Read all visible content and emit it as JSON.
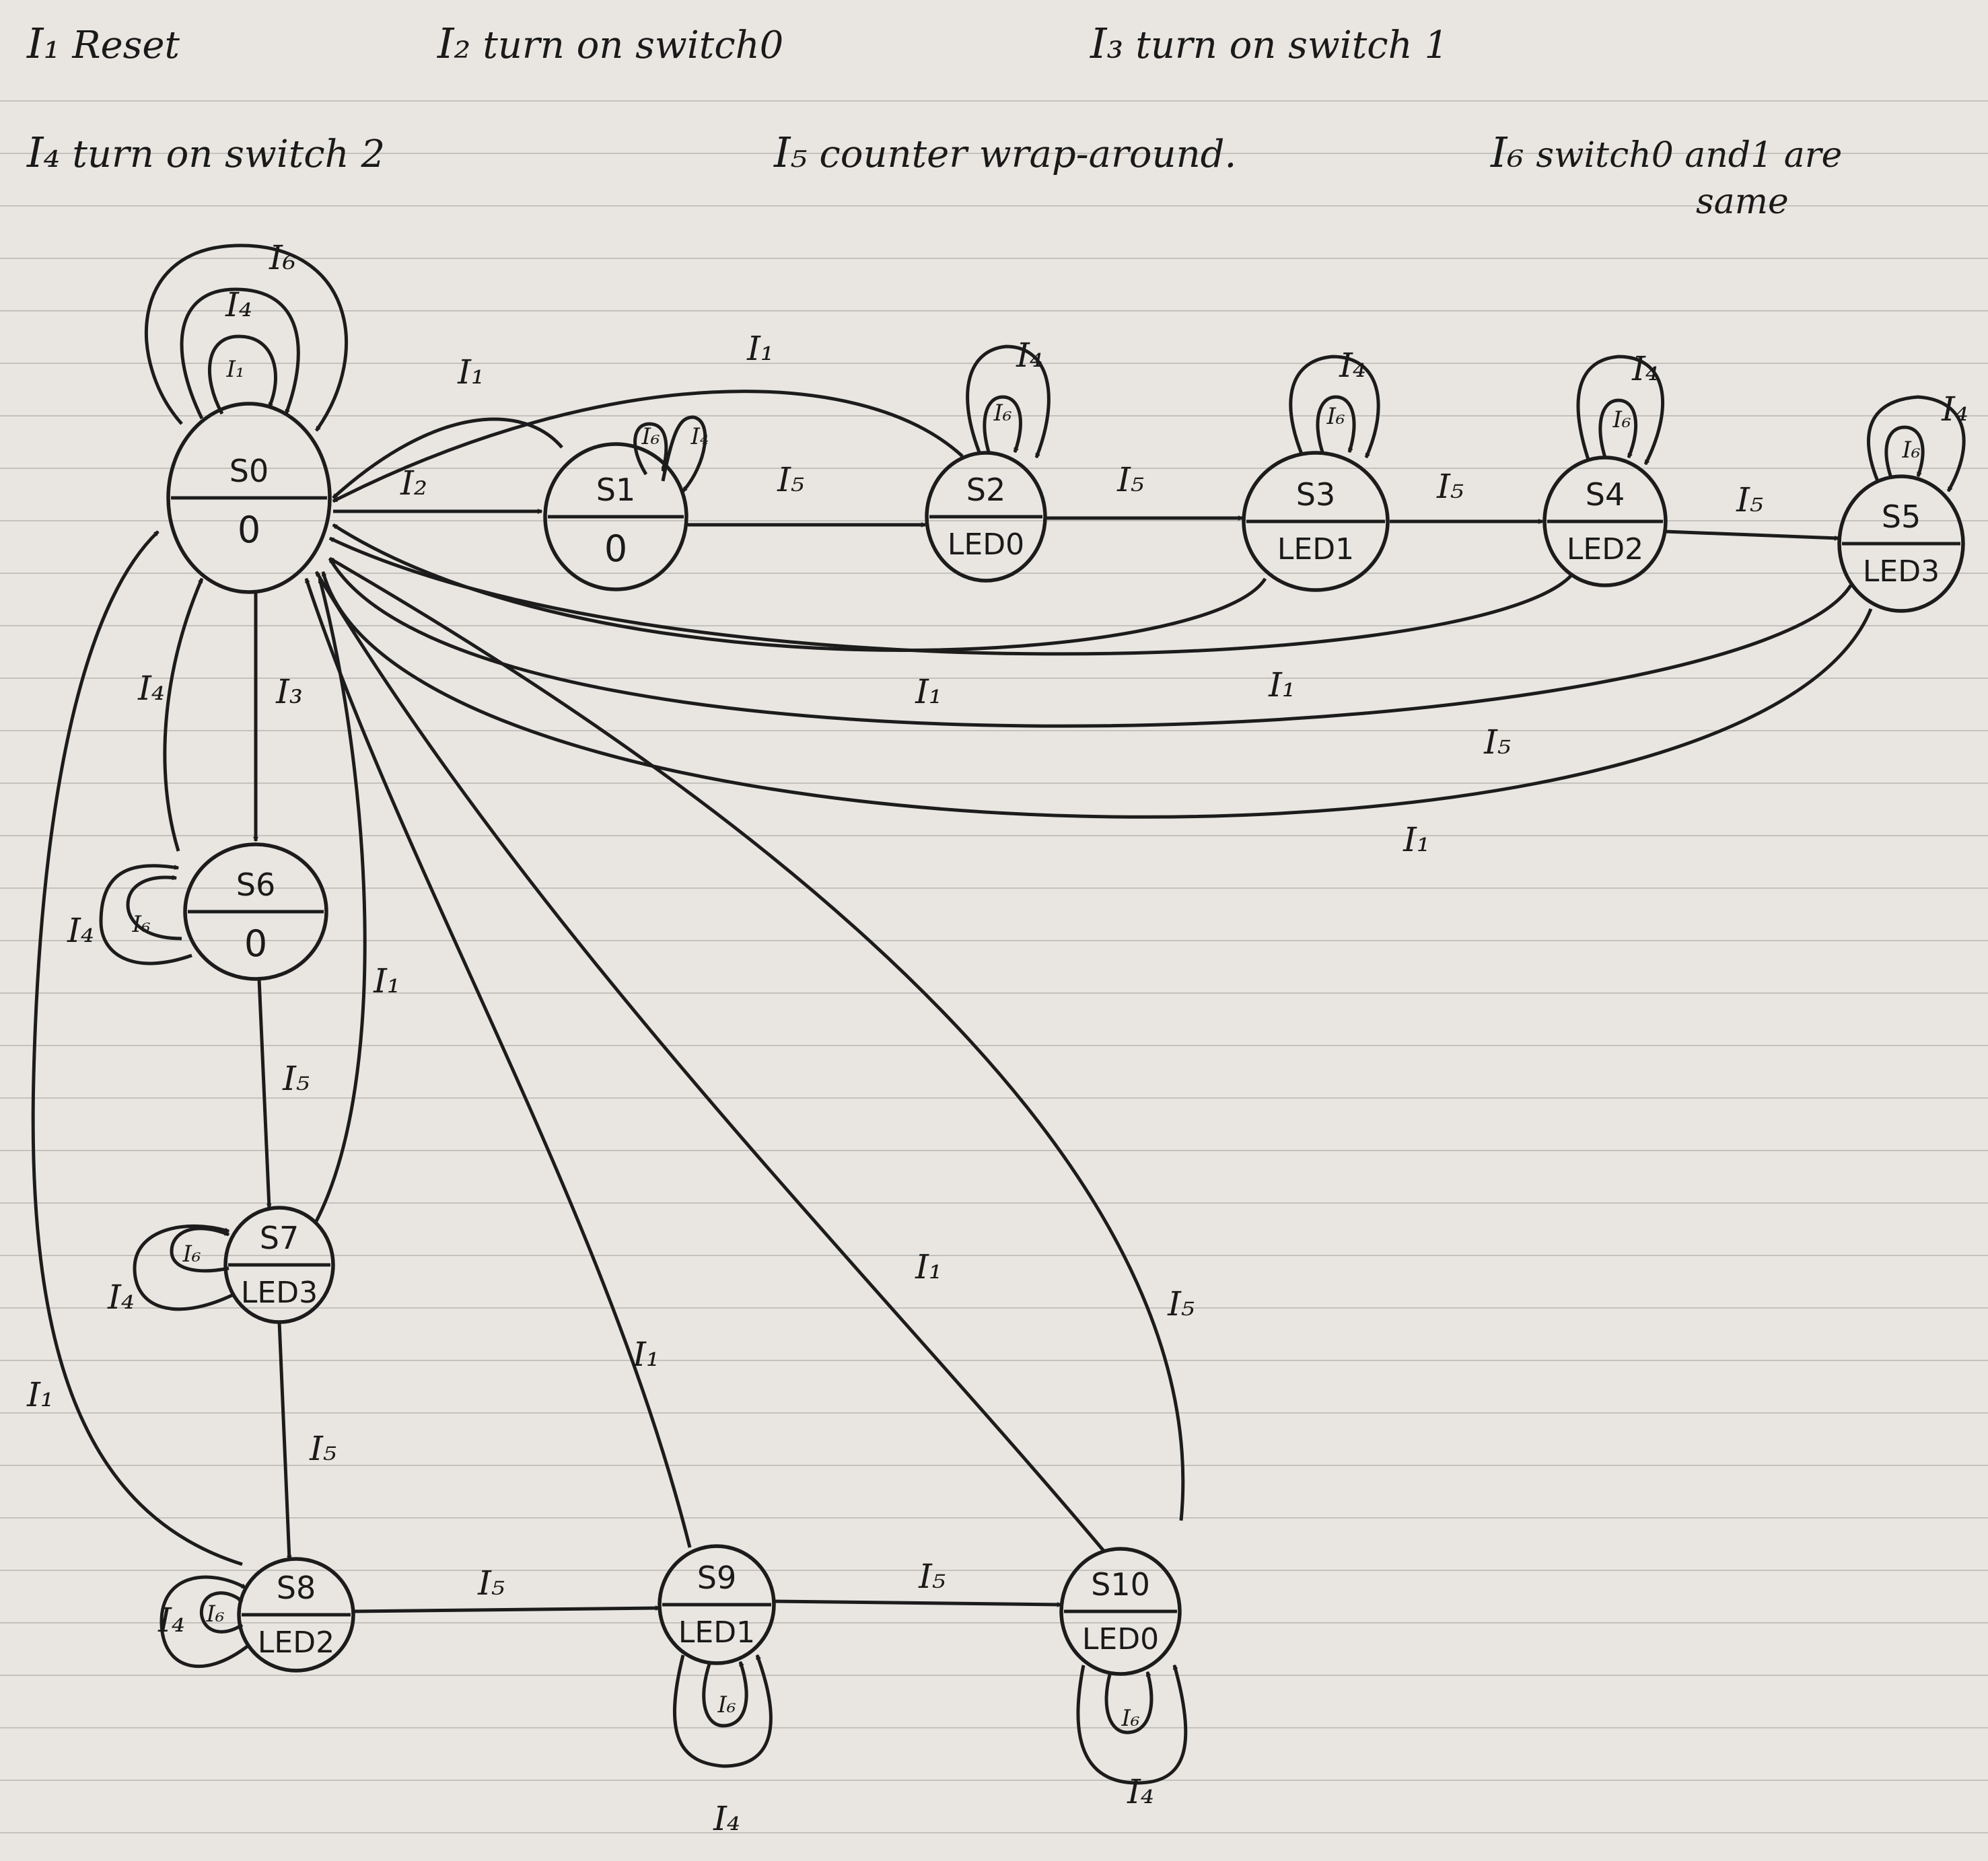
{
  "legend": [
    {
      "code": "I₁",
      "text": "Reset"
    },
    {
      "code": "I₂",
      "text": "turn on switch0"
    },
    {
      "code": "I₃",
      "text": "turn on switch 1"
    },
    {
      "code": "I₄",
      "text": "turn on switch 2"
    },
    {
      "code": "I₅",
      "text": "counter wrap-around."
    },
    {
      "code": "I₆",
      "text": "switch0 and1 are",
      "text2": "same"
    }
  ],
  "states": [
    {
      "id": "S0",
      "name": "S0",
      "output": "0"
    },
    {
      "id": "S1",
      "name": "S1",
      "output": "0"
    },
    {
      "id": "S2",
      "name": "S2",
      "output": "LED0"
    },
    {
      "id": "S3",
      "name": "S3",
      "output": "LED1"
    },
    {
      "id": "S4",
      "name": "S4",
      "output": "LED2"
    },
    {
      "id": "S5",
      "name": "S5",
      "output": "LED3"
    },
    {
      "id": "S6",
      "name": "S6",
      "output": "0"
    },
    {
      "id": "S7",
      "name": "S7",
      "output": "LED3"
    },
    {
      "id": "S8",
      "name": "S8",
      "output": "LED2"
    },
    {
      "id": "S9",
      "name": "S9",
      "output": "LED1"
    },
    {
      "id": "S10",
      "name": "S10",
      "output": "LED0"
    }
  ],
  "transitions": [
    {
      "from": "S0",
      "to": "S0",
      "label": "I1"
    },
    {
      "from": "S0",
      "to": "S0",
      "label": "I4"
    },
    {
      "from": "S0",
      "to": "S0",
      "label": "I6"
    },
    {
      "from": "S0",
      "to": "S1",
      "label": "I2"
    },
    {
      "from": "S1",
      "to": "S0",
      "label": "I1"
    },
    {
      "from": "S1",
      "to": "S1",
      "label": "I6"
    },
    {
      "from": "S1",
      "to": "S1",
      "label": "I4"
    },
    {
      "from": "S1",
      "to": "S2",
      "label": "I5"
    },
    {
      "from": "S2",
      "to": "S0",
      "label": "I1"
    },
    {
      "from": "S2",
      "to": "S2",
      "label": "I6"
    },
    {
      "from": "S2",
      "to": "S2",
      "label": "I4"
    },
    {
      "from": "S2",
      "to": "S3",
      "label": "I5"
    },
    {
      "from": "S3",
      "to": "S0",
      "label": "I1"
    },
    {
      "from": "S3",
      "to": "S3",
      "label": "I6"
    },
    {
      "from": "S3",
      "to": "S3",
      "label": "I4"
    },
    {
      "from": "S3",
      "to": "S4",
      "label": "I5"
    },
    {
      "from": "S4",
      "to": "S0",
      "label": "I1"
    },
    {
      "from": "S4",
      "to": "S4",
      "label": "I6"
    },
    {
      "from": "S4",
      "to": "S4",
      "label": "I4"
    },
    {
      "from": "S4",
      "to": "S5",
      "label": "I5"
    },
    {
      "from": "S5",
      "to": "S0",
      "label": "I5"
    },
    {
      "from": "S5",
      "to": "S0",
      "label": "I1"
    },
    {
      "from": "S5",
      "to": "S5",
      "label": "I6"
    },
    {
      "from": "S5",
      "to": "S5",
      "label": "I4"
    },
    {
      "from": "S0",
      "to": "S6",
      "label": "I3"
    },
    {
      "from": "S6",
      "to": "S0",
      "label": "I4"
    },
    {
      "from": "S6",
      "to": "S6",
      "label": "I6"
    },
    {
      "from": "S6",
      "to": "S6",
      "label": "I4"
    },
    {
      "from": "S6",
      "to": "S7",
      "label": "I5"
    },
    {
      "from": "S7",
      "to": "S0",
      "label": "I1"
    },
    {
      "from": "S7",
      "to": "S7",
      "label": "I6"
    },
    {
      "from": "S7",
      "to": "S7",
      "label": "I4"
    },
    {
      "from": "S7",
      "to": "S8",
      "label": "I5"
    },
    {
      "from": "S8",
      "to": "S0",
      "label": "I1"
    },
    {
      "from": "S8",
      "to": "S8",
      "label": "I6"
    },
    {
      "from": "S8",
      "to": "S8",
      "label": "I4"
    },
    {
      "from": "S8",
      "to": "S9",
      "label": "I5"
    },
    {
      "from": "S9",
      "to": "S0",
      "label": "I1"
    },
    {
      "from": "S9",
      "to": "S9",
      "label": "I6"
    },
    {
      "from": "S9",
      "to": "S9",
      "label": "I4"
    },
    {
      "from": "S9",
      "to": "S10",
      "label": "I5"
    },
    {
      "from": "S10",
      "to": "S0",
      "label": "I1"
    },
    {
      "from": "S10",
      "to": "S0",
      "label": "I5"
    },
    {
      "from": "S10",
      "to": "S10",
      "label": "I6"
    },
    {
      "from": "S10",
      "to": "S10",
      "label": "I4"
    }
  ],
  "labels": {
    "I1": "I₁",
    "I2": "I₂",
    "I3": "I₃",
    "I4": "I₄",
    "I5": "I₅",
    "I6": "I₆"
  },
  "colors": {
    "ink": "#1c1c1c",
    "paper": "#e9e6e1",
    "rule": "#c4c2bf"
  }
}
